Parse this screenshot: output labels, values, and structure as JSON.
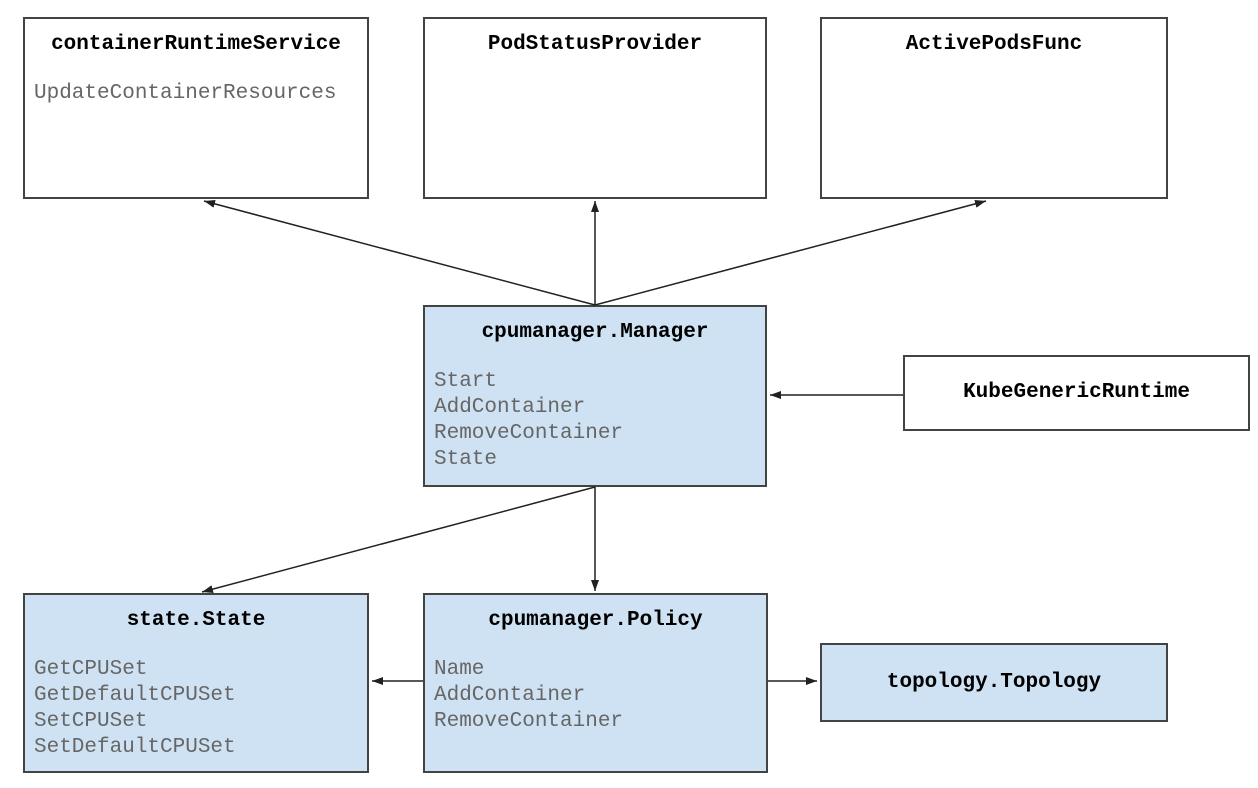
{
  "diagram": {
    "boxes": [
      {
        "id": "containerRuntimeService",
        "title": "containerRuntimeService",
        "methods": [
          "UpdateContainerResources"
        ],
        "fill": "white"
      },
      {
        "id": "PodStatusProvider",
        "title": "PodStatusProvider",
        "methods": [],
        "fill": "white"
      },
      {
        "id": "ActivePodsFunc",
        "title": "ActivePodsFunc",
        "methods": [],
        "fill": "white"
      },
      {
        "id": "cpumanager.Manager",
        "title": "cpumanager.Manager",
        "methods": [
          "Start",
          "AddContainer",
          "RemoveContainer",
          "State"
        ],
        "fill": "blue"
      },
      {
        "id": "KubeGenericRuntime",
        "title": "KubeGenericRuntime",
        "methods": [],
        "fill": "white"
      },
      {
        "id": "state.State",
        "title": "state.State",
        "methods": [
          "GetCPUSet",
          "GetDefaultCPUSet",
          "SetCPUSet",
          "SetDefaultCPUSet"
        ],
        "fill": "blue"
      },
      {
        "id": "cpumanager.Policy",
        "title": "cpumanager.Policy",
        "methods": [
          "Name",
          "AddContainer",
          "RemoveContainer"
        ],
        "fill": "blue"
      },
      {
        "id": "topology.Topology",
        "title": "topology.Topology",
        "methods": [],
        "fill": "blue"
      }
    ],
    "edges": [
      {
        "from": "cpumanager.Manager",
        "to": "containerRuntimeService"
      },
      {
        "from": "cpumanager.Manager",
        "to": "PodStatusProvider"
      },
      {
        "from": "cpumanager.Manager",
        "to": "ActivePodsFunc"
      },
      {
        "from": "KubeGenericRuntime",
        "to": "cpumanager.Manager"
      },
      {
        "from": "cpumanager.Manager",
        "to": "state.State"
      },
      {
        "from": "cpumanager.Manager",
        "to": "cpumanager.Policy"
      },
      {
        "from": "cpumanager.Policy",
        "to": "state.State"
      },
      {
        "from": "cpumanager.Policy",
        "to": "topology.Topology"
      }
    ],
    "colors": {
      "background": "#ffffff",
      "box_fill_blue": "#cfe2f3",
      "box_fill_white": "#ffffff",
      "box_border": "#434343",
      "title_text": "#000000",
      "method_text": "#666666",
      "arrow": "#212121"
    }
  }
}
